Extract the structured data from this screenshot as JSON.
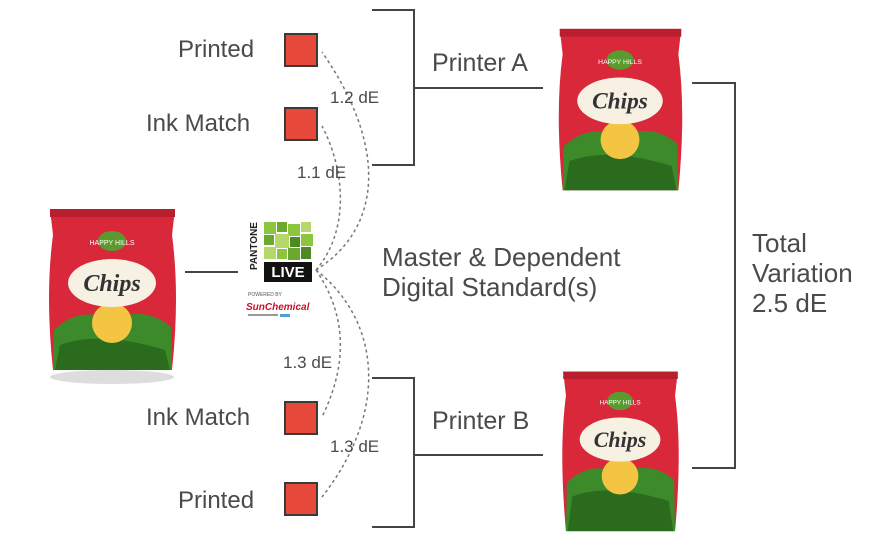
{
  "swatch_color": "#e8483a",
  "bag_red": "#d8283a",
  "labels": {
    "printed_top": "Printed",
    "ink_match_top": "Ink Match",
    "ink_match_bottom": "Ink Match",
    "printed_bottom": "Printed",
    "printer_a": "Printer A",
    "printer_b": "Printer B",
    "master_line1": "Master & Dependent",
    "master_line2": "Digital Standard(s)",
    "total_line1": "Total",
    "total_line2": "Variation",
    "total_line3": "2.5 dE"
  },
  "de_values": {
    "top_printer": "1.2 dE",
    "top_ink": "1.1 dE",
    "bottom_ink": "1.3 dE",
    "bottom_printer": "1.3 dE"
  },
  "bag": {
    "brand": "HAPPY HILLS",
    "product": "Chips"
  },
  "pantone": {
    "word": "PANTONE",
    "live": "LIVE",
    "powered": "POWERED BY",
    "sunchemical": "SunChemical"
  }
}
